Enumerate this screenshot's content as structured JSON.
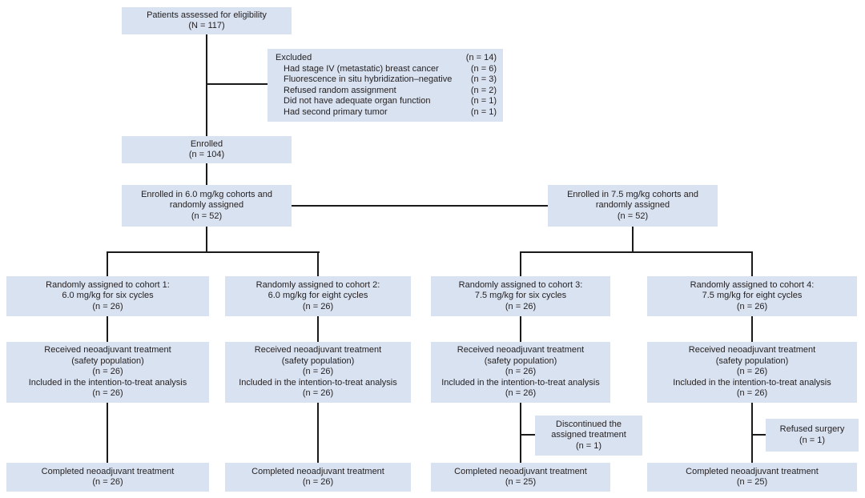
{
  "colors": {
    "box_fill": "#d9e2f0",
    "text": "#231f20",
    "connector": "#1a1a1a",
    "background": "#ffffff"
  },
  "eligibility": {
    "line1": "Patients assessed for eligibility",
    "line2": "(N = 117)"
  },
  "excluded": {
    "rows": [
      {
        "label": "Excluded",
        "count": "(n = 14)"
      },
      {
        "label": "Had stage IV (metastatic) breast cancer",
        "count": "(n = 6)"
      },
      {
        "label": "Fluorescence in situ hybridization–negative",
        "count": "(n = 3)"
      },
      {
        "label": "Refused random assignment",
        "count": "(n = 2)"
      },
      {
        "label": "Did not have adequate organ function",
        "count": "(n = 1)"
      },
      {
        "label": "Had second primary tumor",
        "count": "(n = 1)"
      }
    ]
  },
  "enrolled": {
    "line1": "Enrolled",
    "line2": "(n = 104)"
  },
  "arms": [
    {
      "line1": "Enrolled in 6.0 mg/kg cohorts and",
      "line2": "randomly assigned",
      "line3": "(n = 52)"
    },
    {
      "line1": "Enrolled in 7.5 mg/kg cohorts and",
      "line2": "randomly assigned",
      "line3": "(n = 52)"
    }
  ],
  "cohorts": [
    {
      "line1": "Randomly assigned to cohort 1:",
      "line2": "6.0 mg/kg for six cycles",
      "line3": "(n = 26)"
    },
    {
      "line1": "Randomly assigned to cohort 2:",
      "line2": "6.0 mg/kg for eight cycles",
      "line3": "(n = 26)"
    },
    {
      "line1": "Randomly assigned to cohort 3:",
      "line2": "7.5 mg/kg for six cycles",
      "line3": "(n = 26)"
    },
    {
      "line1": "Randomly assigned to cohort 4:",
      "line2": "7.5 mg/kg for eight cycles",
      "line3": "(n = 26)"
    }
  ],
  "received": [
    {
      "line1": "Received neoadjuvant treatment",
      "line2": "(safety population)",
      "line3": "(n = 26)",
      "line4": "Included in the intention-to-treat analysis",
      "line5": "(n = 26)"
    },
    {
      "line1": "Received neoadjuvant treatment",
      "line2": "(safety population)",
      "line3": "(n = 26)",
      "line4": "Included in the intention-to-treat analysis",
      "line5": "(n = 26)"
    },
    {
      "line1": "Received neoadjuvant treatment",
      "line2": "(safety population)",
      "line3": "(n = 26)",
      "line4": "Included in the intention-to-treat analysis",
      "line5": "(n = 26)"
    },
    {
      "line1": "Received neoadjuvant treatment",
      "line2": "(safety population)",
      "line3": "(n = 26)",
      "line4": "Included in the intention-to-treat analysis",
      "line5": "(n = 26)"
    }
  ],
  "dropouts": {
    "discontinued": {
      "line1": "Discontinued the",
      "line2": "assigned treatment",
      "line3": "(n = 1)"
    },
    "refused": {
      "line1": "Refused surgery",
      "line2": "(n = 1)"
    }
  },
  "completed": [
    {
      "line1": "Completed neoadjuvant treatment",
      "line2": "(n = 26)"
    },
    {
      "line1": "Completed neoadjuvant treatment",
      "line2": "(n = 26)"
    },
    {
      "line1": "Completed neoadjuvant treatment",
      "line2": "(n = 25)"
    },
    {
      "line1": "Completed neoadjuvant treatment",
      "line2": "(n = 25)"
    }
  ]
}
